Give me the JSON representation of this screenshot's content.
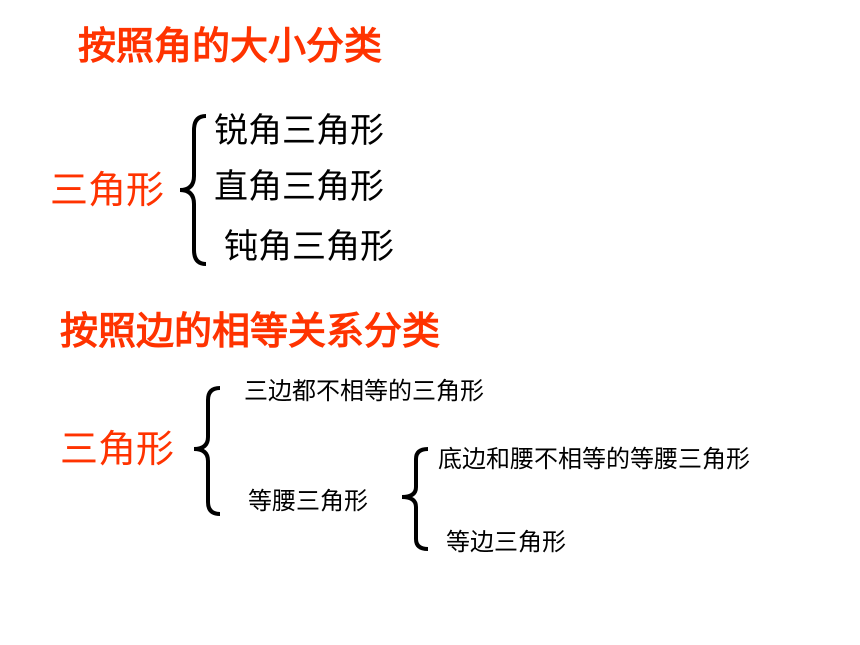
{
  "section_angle": {
    "heading": "按照角的大小分类",
    "root": "三角形",
    "items": [
      "锐角三角形",
      "直角三角形",
      "钝角三角形"
    ]
  },
  "section_side": {
    "heading": "按照边的相等关系分类",
    "root": "三角形",
    "items": [
      "三边都不相等的三角形",
      "等腰三角形"
    ],
    "isosceles_children": [
      "底边和腰不相等的等腰三角形",
      "等边三角形"
    ]
  },
  "colors": {
    "heading": "#ff3300",
    "text": "#000000"
  }
}
